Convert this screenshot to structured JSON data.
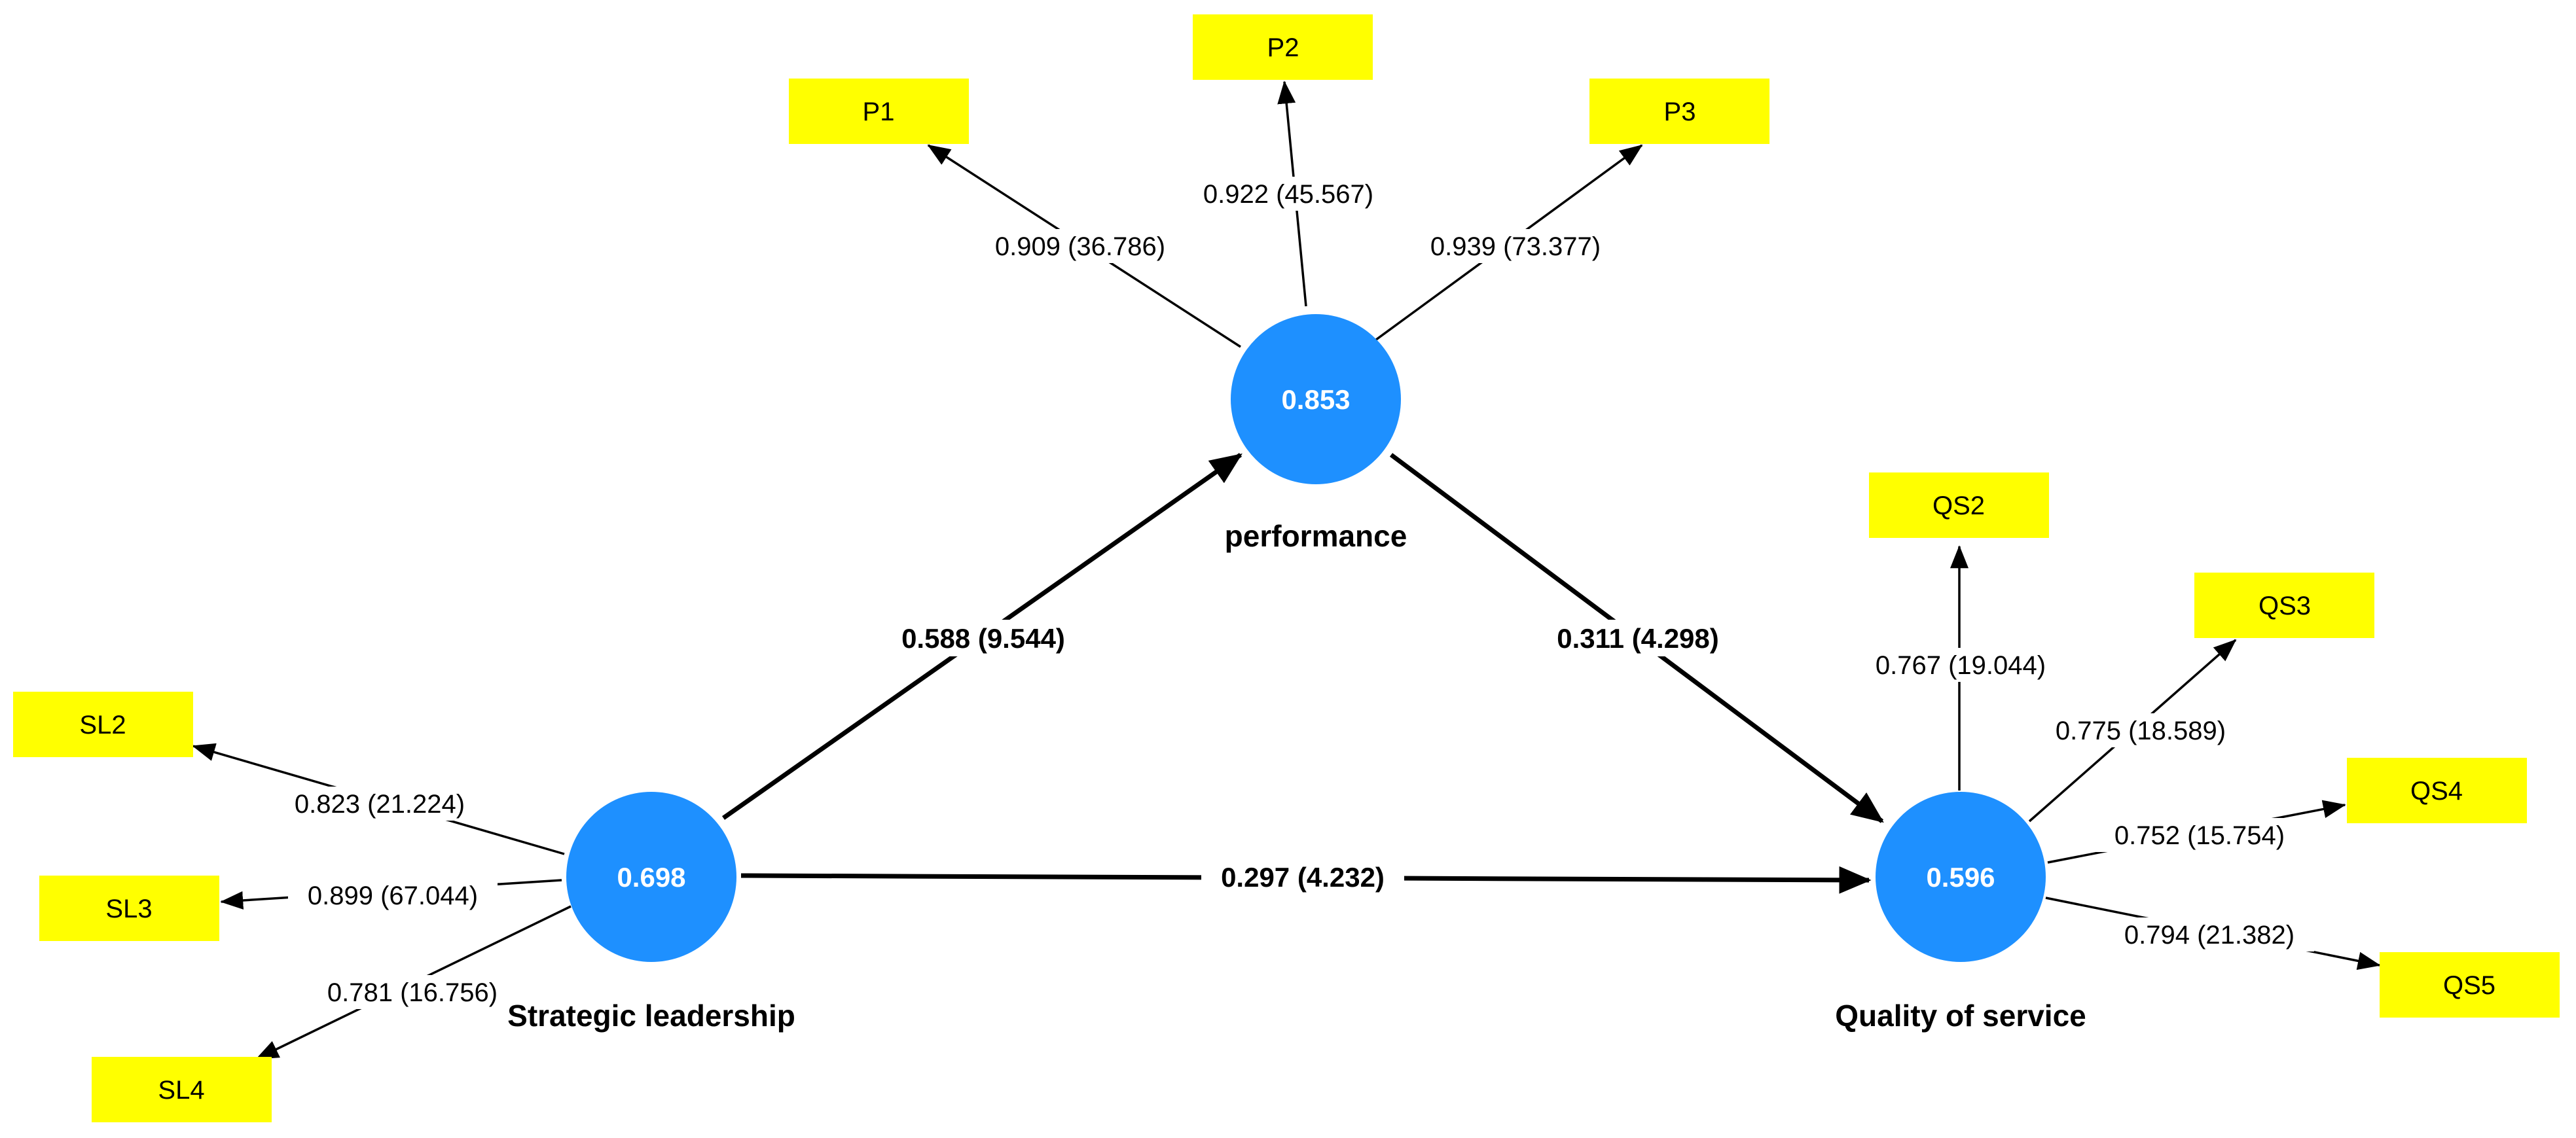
{
  "colors": {
    "latent": "#1E90FF",
    "indicator": "#FFFF00",
    "line": "#000000"
  },
  "latents": {
    "performance": {
      "name": "performance",
      "r2": "0.853"
    },
    "strategic": {
      "name": "Strategic leadership",
      "r2": "0.698"
    },
    "quality": {
      "name": "Quality of service",
      "r2": "0.596"
    }
  },
  "indicators": {
    "P1": "P1",
    "P2": "P2",
    "P3": "P3",
    "SL2": "SL2",
    "SL3": "SL3",
    "SL4": "SL4",
    "QS2": "QS2",
    "QS3": "QS3",
    "QS4": "QS4",
    "QS5": "QS5"
  },
  "loadings": {
    "P1": "0.909 (36.786)",
    "P2": "0.922 (45.567)",
    "P3": "0.939 (73.377)",
    "SL2": "0.823 (21.224)",
    "SL3": "0.899 (67.044)",
    "SL4": "0.781 (16.756)",
    "QS2": "0.767 (19.044)",
    "QS3": "0.775 (18.589)",
    "QS4": "0.752 (15.754)",
    "QS5": "0.794 (21.382)"
  },
  "paths": {
    "sl_perf": "0.588 (9.544)",
    "perf_qs": "0.311 (4.298)",
    "sl_qs": "0.297 (4.232)"
  }
}
